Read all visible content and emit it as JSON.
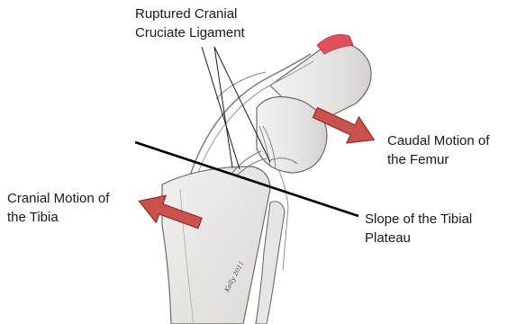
{
  "labels": {
    "ruptured_ligament": [
      "Ruptured Cranial",
      "Cruciate Ligament"
    ],
    "caudal_motion": [
      "Caudal Motion of",
      "the Femur"
    ],
    "cranial_motion": [
      "Cranial Motion of",
      "the Tibia"
    ],
    "tibial_slope": [
      "Slope of the Tibial",
      "Plateau"
    ]
  },
  "signature": "Kelly 2011",
  "colors": {
    "arrow_fill": "#c9524d",
    "arrow_stroke": "#8e2d2a",
    "muscle_red": "#e0505a",
    "bone_fill": "#ecebea",
    "bone_stroke": "#6f6a66",
    "slope_line": "#000000"
  }
}
